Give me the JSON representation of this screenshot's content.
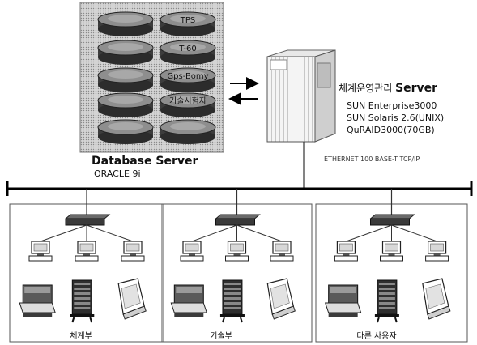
{
  "database_server": {
    "title": "Database Server",
    "subtitle": "ORACLE 9i",
    "disks_left": [
      "",
      "",
      "",
      "",
      ""
    ],
    "disks_right": [
      "TPS",
      "T-60",
      "Gps-Bomy",
      "기술시험자",
      ""
    ]
  },
  "main_server": {
    "title_prefix": "체계운영관리",
    "title_suffix": "Server",
    "specs": [
      "SUN  Enterprise3000",
      "SUN  Solaris 2.6(UNIX)",
      "QuRAID3000(70GB)"
    ]
  },
  "network": {
    "label": "ETHERNET  100 BASE-T   TCP/IP"
  },
  "groups": [
    {
      "label": "체계부"
    },
    {
      "label": "기술부"
    },
    {
      "label": "다른  사용자"
    }
  ]
}
